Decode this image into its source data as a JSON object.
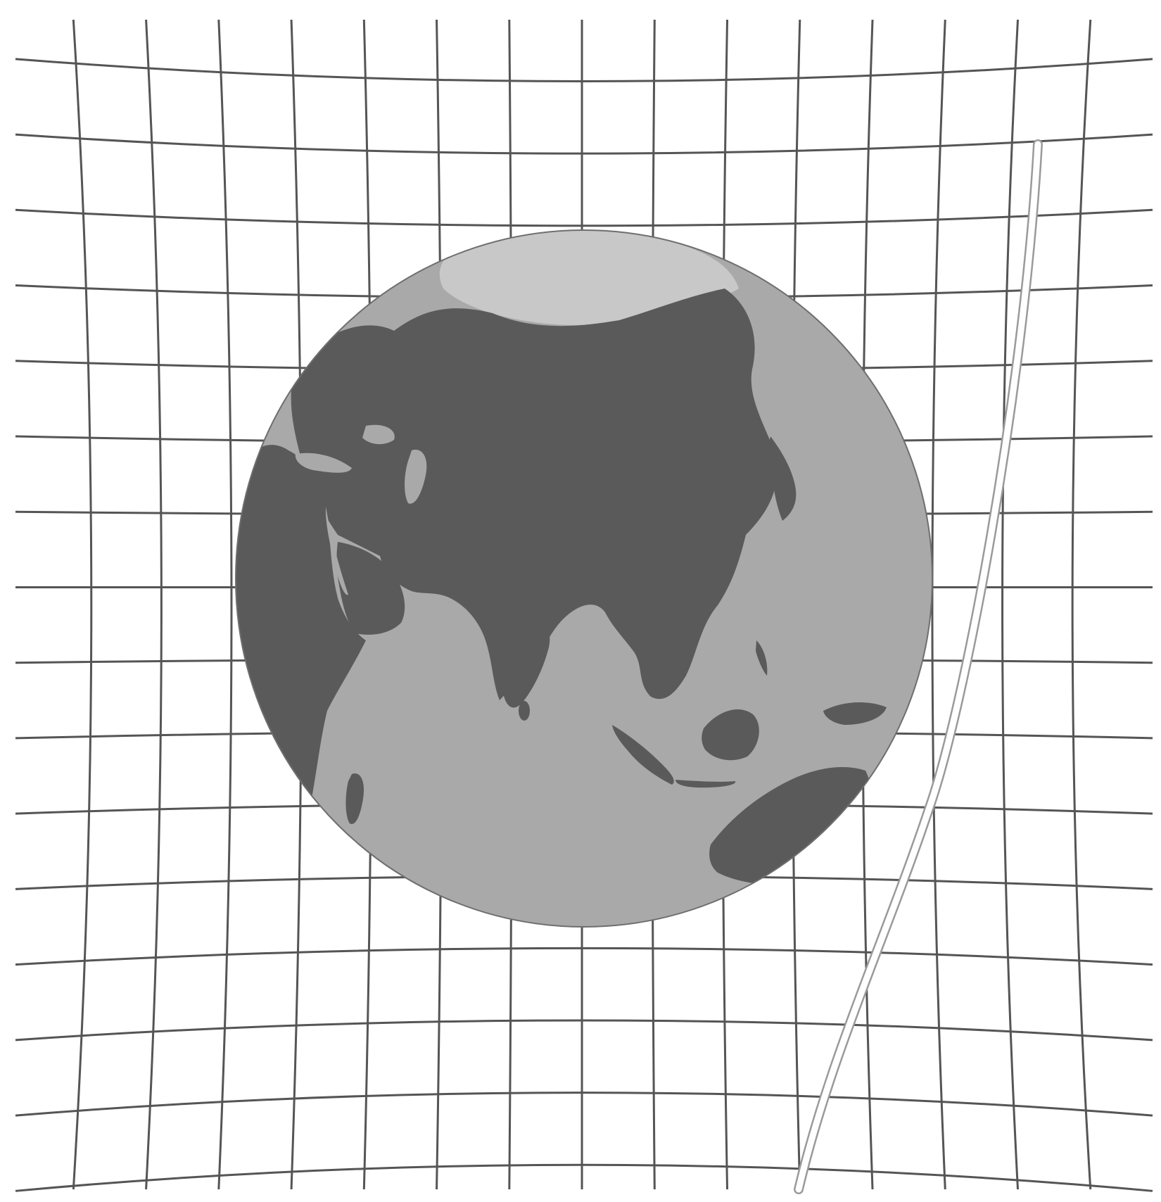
{
  "figure": {
    "subject": "earth-globe-on-curved-spacetime-grid",
    "colors": {
      "background": "#ffffff",
      "grid": "#555555",
      "ocean": "#a9a9a9",
      "land": "#5a5a5a",
      "ice": "#c8c8c8",
      "globe_outline": "#6e6e6e",
      "trail": "#ffffff",
      "trail_edge": "#9a9a9a"
    },
    "icons": [
      "earth-globe",
      "orbit-trail"
    ]
  }
}
